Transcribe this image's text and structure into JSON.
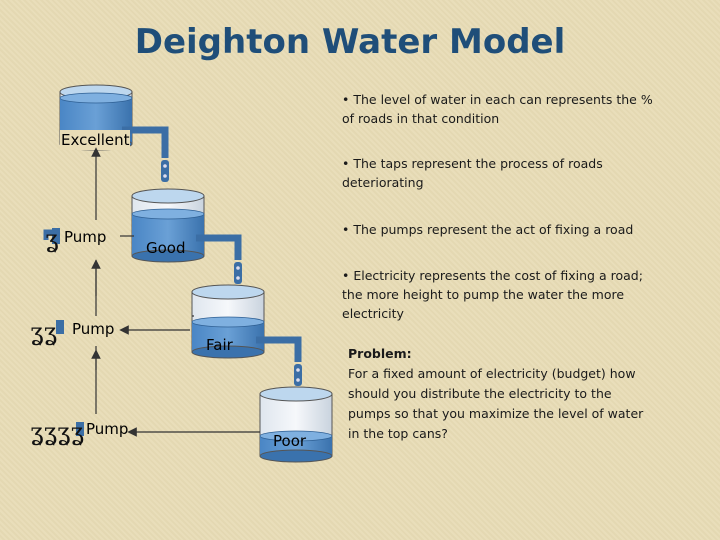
{
  "title": "Deighton Water Model",
  "cans": {
    "excellent": "Excellent",
    "good": "Good",
    "fair": "Fair",
    "poor": "Poor"
  },
  "pumps": {
    "pump1": "Pump",
    "pump2": "Pump",
    "pump3": "Pump"
  },
  "bullets": [
    "• The level of water in each can represents the % of roads in that condition",
    "• The taps represent the process of roads deteriorating",
    "• The pumps represent the act of fixing a road",
    "• Electricity represents the cost of fixing a road; the more height to pump the water the more electricity"
  ],
  "problem": {
    "heading": "Problem:",
    "text": "For a fixed amount of electricity (budget) how should you distribute the electricity to the pumps so that you maximize the level of water in the top cans?"
  },
  "colors": {
    "title": "#1f4e79",
    "water": "#2e75b6",
    "can_top": "#bdd7ee",
    "pipe": "#3b6ea5",
    "background": "#e8dcb6"
  }
}
